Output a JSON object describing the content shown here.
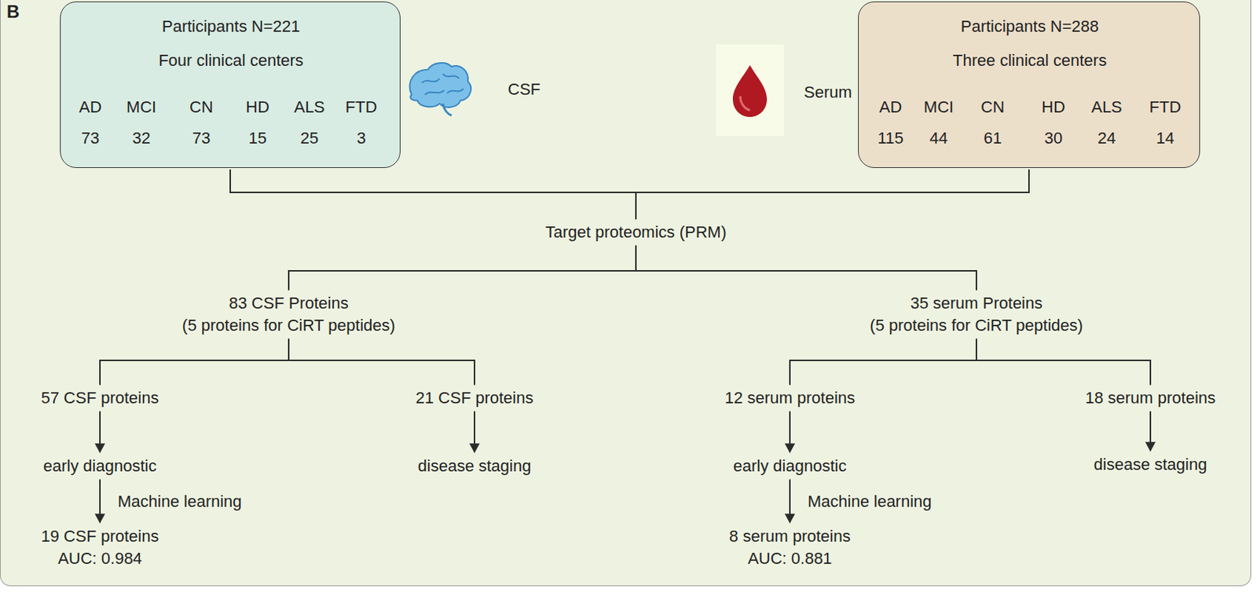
{
  "diagram": {
    "nodes": [
      {
        "text": [
          "Participants N=221",
          "Four clinical centers",
          "AD",
          "MCI",
          "CN",
          "HD",
          "ALS",
          "FTD",
          "73",
          "32",
          "73",
          "15",
          "25",
          "3"
        ]
      },
      {
        "text": [
          "Participants N=288",
          "Three clinical centers",
          "AD",
          "MCI",
          "CN",
          "HD",
          "ALS",
          "FTD",
          "115",
          "44",
          "61",
          "30",
          "24",
          "14"
        ]
      },
      {
        "text": [
          "Target proteomics (PRM)"
        ]
      },
      {
        "text": [
          "83 CSF Proteins",
          "(5 proteins for CiRT peptides)"
        ]
      },
      {
        "text": [
          "35 serum Proteins",
          "(5 proteins for CiRT peptides)"
        ]
      },
      {
        "text": [
          "57 CSF proteins"
        ]
      },
      {
        "text": [
          "early diagnostic"
        ]
      },
      {
        "text": [
          "19 CSF proteins",
          "AUC: 0.984"
        ]
      },
      {
        "text": [
          "21 CSF proteins"
        ]
      },
      {
        "text": [
          "disease staging"
        ]
      },
      {
        "text": [
          "12 serum proteins"
        ]
      },
      {
        "text": [
          "early diagnostic"
        ]
      },
      {
        "text": [
          "8 serum proteins",
          "AUC: 0.881"
        ]
      },
      {
        "text": [
          "18 serum proteins"
        ]
      },
      {
        "text": [
          "disease staging"
        ]
      }
    ],
    "edges": [
      {
        "from": 0,
        "to": 2,
        "arrow": "none"
      },
      {
        "from": 1,
        "to": 2,
        "arrow": "none"
      },
      {
        "from": 2,
        "to": 3,
        "arrow": "none"
      },
      {
        "from": 2,
        "to": 4,
        "arrow": "none"
      },
      {
        "from": 3,
        "to": 5,
        "arrow": "none"
      },
      {
        "from": 3,
        "to": 8,
        "arrow": "none"
      },
      {
        "from": 5,
        "to": 6,
        "arrow": "to"
      },
      {
        "from": 6,
        "to": 7,
        "label": "Machine learning",
        "arrow": "to"
      },
      {
        "from": 8,
        "to": 9,
        "arrow": "to"
      },
      {
        "from": 4,
        "to": 10,
        "arrow": "none"
      },
      {
        "from": 4,
        "to": 13,
        "arrow": "none"
      },
      {
        "from": 10,
        "to": 11,
        "arrow": "to"
      },
      {
        "from": 11,
        "to": 12,
        "label": "Machine learning",
        "arrow": "to"
      },
      {
        "from": 13,
        "to": 14,
        "arrow": "to"
      }
    ],
    "labels": [
      "B",
      "CSF",
      "Serum"
    ]
  }
}
